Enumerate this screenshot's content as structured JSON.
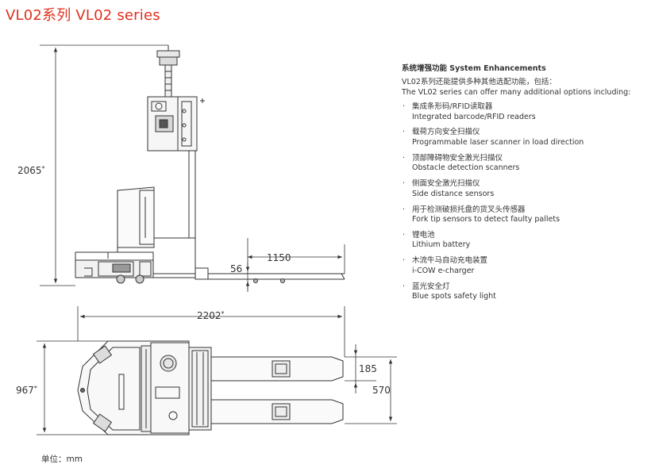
{
  "title": "VL02系列 VL02 series",
  "dimensions": {
    "overall_height": "2065",
    "fork_length": "1150",
    "fork_height": "56",
    "overall_length": "2202",
    "overall_width": "967",
    "fork_width": "185",
    "fork_spread": "570",
    "asterisk": "*"
  },
  "enhancements": {
    "heading": "系统增强功能 System Enhancements",
    "intro_cn": "VL02系列还能提供多种其他选配功能，包括：",
    "intro_en": "The VL02 series can offer many additional options including:",
    "bullet": "·",
    "items": [
      {
        "cn": "集成条形码/RFID读取器",
        "en": "Integrated barcode/RFID readers"
      },
      {
        "cn": "载荷方向安全扫描仪",
        "en": "Programmable laser scanner in load direction"
      },
      {
        "cn": "顶部障碍物安全激光扫描仪",
        "en": "Obstacle detection scanners"
      },
      {
        "cn": "侧面安全激光扫描仪",
        "en": "Side distance sensors"
      },
      {
        "cn": "用于检测破损托盘的货叉头传感器",
        "en": "Fork tip sensors to detect faulty pallets"
      },
      {
        "cn": "锂电池",
        "en": "Lithium battery"
      },
      {
        "cn": "木流牛马自动充电装置",
        "en": "i-COW e-charger"
      },
      {
        "cn": "蓝光安全灯",
        "en": "Blue spots safety light"
      }
    ]
  },
  "unit_note": "单位：mm"
}
